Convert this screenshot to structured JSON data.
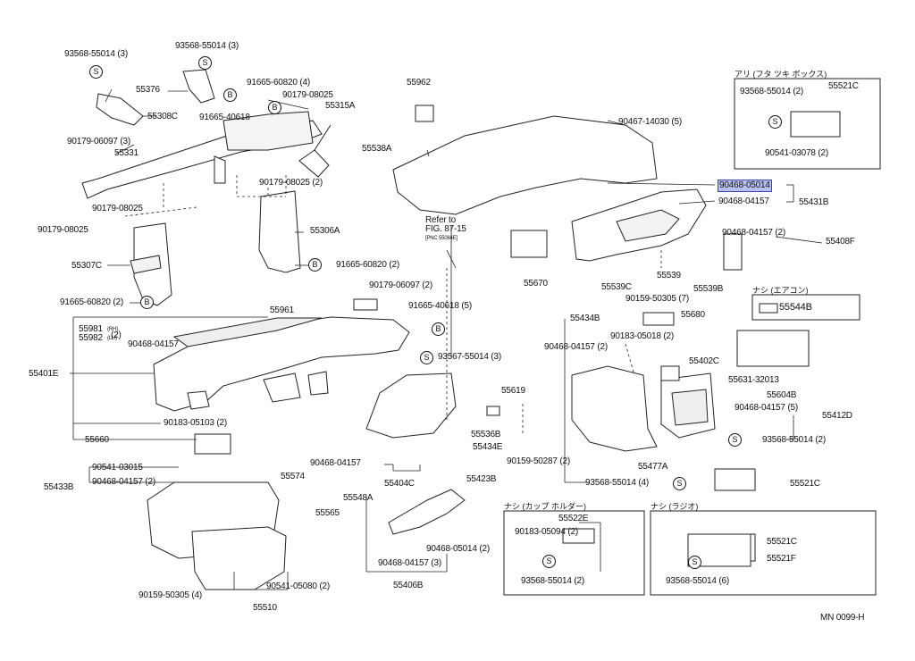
{
  "footer_code": "MN 0099-H",
  "highlight_color": "#b9bff0",
  "highlight_border": "#3a45b8",
  "labels": {
    "p93568_55014_tl": "93568-55014 (3)",
    "p93568_55014_tl2": "93568-55014 (3)",
    "p55376": "55376",
    "p91665_60820_4": "91665-60820 (4)",
    "p90179_08025_a": "90179-08025",
    "p91665_40618_a": "91665-40618",
    "p55315A": "55315A",
    "p55308C": "55308C",
    "p90179_06097_3": "90179-06097 (3)",
    "p55331": "55331",
    "p90179_08025_2": "90179-08025 (2)",
    "p90179_08025_b": "90179-08025",
    "p90179_08025_c": "90179-08025",
    "p55306A": "55306A",
    "p55307C": "55307C",
    "p91665_60820_2a": "91665-60820 (2)",
    "p91665_60820_2b": "91665-60820 (2)",
    "p55962": "55962",
    "p55538A": "55538A",
    "refer_to": "Refer to",
    "fig_ref": "FIG. 87-15",
    "pnc_ref": "[PNC 55084E]",
    "p90467_14030": "90467-14030 (5)",
    "p90468_05014_hl": "90468-05014",
    "p90468_04157_a": "90468-04157",
    "p55431B": "55431B",
    "p90468_04157_2a": "90468-04157 (2)",
    "p55408F": "55408F",
    "p55670": "55670",
    "p55539": "55539",
    "p55539C": "55539C",
    "p55539B": "55539B",
    "p90159_50305_7": "90159-50305 (7)",
    "p90179_06097_2": "90179-06097 (2)",
    "p55961": "55961",
    "p91665_40618_5": "91665-40618 (5)",
    "p55981": "55981",
    "p55982": "55982",
    "p55981_sub": "(RH)",
    "p55982_sub": "(LH)",
    "p_2": "(2)",
    "p90468_04157_b": "90468-04157",
    "p55401E": "55401E",
    "p93567_55014_3": "93567-55014 (3)",
    "p55619": "55619",
    "p55680": "55680",
    "p55434B": "55434B",
    "p90183_05018_2": "90183-05018 (2)",
    "p90468_04157_2b": "90468-04157 (2)",
    "p55402C": "55402C",
    "p90183_05103_2": "90183-05103 (2)",
    "p55660": "55660",
    "p55536B": "55536B",
    "p55434E": "55434E",
    "p90159_50287_2": "90159-50287 (2)",
    "p90468_04157_c": "90468-04157",
    "p55404C": "55404C",
    "p55631_32013": "55631-32013",
    "p55604B": "55604B",
    "p90468_04157_5": "90468-04157 (5)",
    "p55412D": "55412D",
    "p93568_55014_2a": "93568-55014 (2)",
    "p55477A": "55477A",
    "p93568_55014_4": "93568-55014 (4)",
    "p55521C_b": "55521C",
    "p90541_03015": "90541-03015",
    "p55433B": "55433B",
    "p90468_04157_2c": "90468-04157 (2)",
    "p55574": "55574",
    "p55565": "55565",
    "p55548A": "55548A",
    "p55423B": "55423B",
    "p90468_05014_2": "90468-05014 (2)",
    "p90468_04157_3": "90468-04157 (3)",
    "p55406B": "55406B",
    "p90159_50305_4": "90159-50305 (4)",
    "p90541_05080_2": "90541-05080 (2)",
    "p55510": "55510",
    "p55544B": "55544B",
    "p55522E": "55522E",
    "p90183_05094_2": "90183-05094 (2)",
    "p93568_55014_2b": "93568-55014 (2)",
    "p55521C_r": "55521C",
    "p55521F": "55521F",
    "p93568_55014_6": "93568-55014 (6)",
    "p93568_55014_2c": "93568-55014 (2)",
    "p55521C_tr": "55521C",
    "p90541_03078_2": "90541-03078 (2)"
  },
  "box_titles": {
    "ari": "アリ (フタ ツキ ボックス)",
    "nashi_cup": "ナシ (カップ ホルダー)",
    "nashi_radio": "ナシ (ラジオ)",
    "nashi_aircon": "ナシ (エアコン)"
  },
  "circle_marks": {
    "S": "S",
    "B": "B"
  }
}
